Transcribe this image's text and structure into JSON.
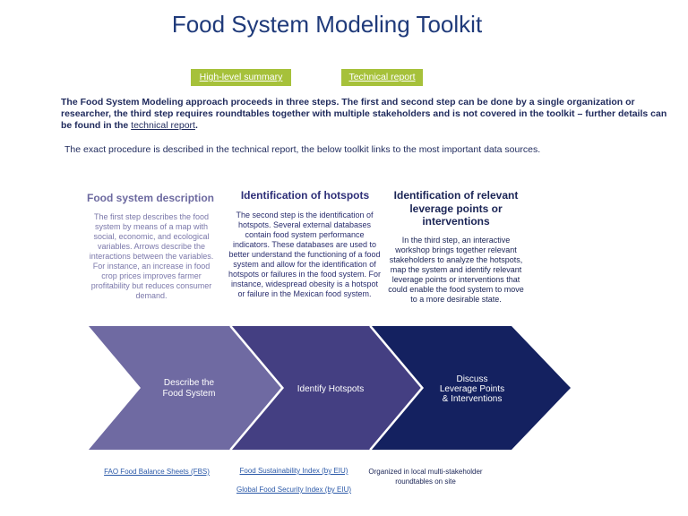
{
  "page": {
    "title": "Food System Modeling Toolkit"
  },
  "buttons": {
    "summary_label": "High-level summary",
    "technical_label": "Technical report"
  },
  "intro": {
    "text": "The Food System Modeling approach proceeds in three steps. The first and second step can be done by a single organization or researcher, the third step requires roundtables together with multiple stakeholders and is not covered in the toolkit – further details can be found in the ",
    "link_label": "technical report",
    "suffix": "."
  },
  "procedure_text": "The exact procedure is described in the technical report, the below toolkit links to the most important data sources.",
  "steps": [
    {
      "heading": "Food system description",
      "body": "The first step describes the food system by means of a map with social, economic, and ecological variables. Arrows describe the interactions between the variables. For instance, an increase in food crop prices improves farmer profitability but reduces consumer demand.",
      "arrow_line1": "Describe the",
      "arrow_line2": "Food System",
      "color": "#6f6aa2"
    },
    {
      "heading": "Identification of hotspots",
      "body": "The second step is the identification of hotspots. Several external databases contain food system performance indicators. These databases are used to better understand the functioning of a food system and allow for the identification of hotspots or failures in the food system. For instance, widespread obesity is a hotspot or failure in the Mexican food system.",
      "arrow_line1": "Identify Hotspots",
      "color": "#443f82"
    },
    {
      "heading": "Identification of relevant leverage points or interventions",
      "body": "In the third step, an interactive workshop brings together relevant stakeholders to analyze the hotspots, map the system and identify relevant leverage points or interventions that could enable the food system to move to a more desirable state.",
      "arrow_line1": "Discuss",
      "arrow_line2": "Leverage Points",
      "arrow_line3": "& Interventions",
      "color": "#142160"
    }
  ],
  "sources": {
    "fbs": "FAO Food Balance Sheets (FBS)",
    "fsi": "Food Sustainability Index (by EIU)",
    "gfsi": "Global Food Security Index (by EIU)",
    "roundtables": "Organized in local multi-stakeholder roundtables on site"
  }
}
